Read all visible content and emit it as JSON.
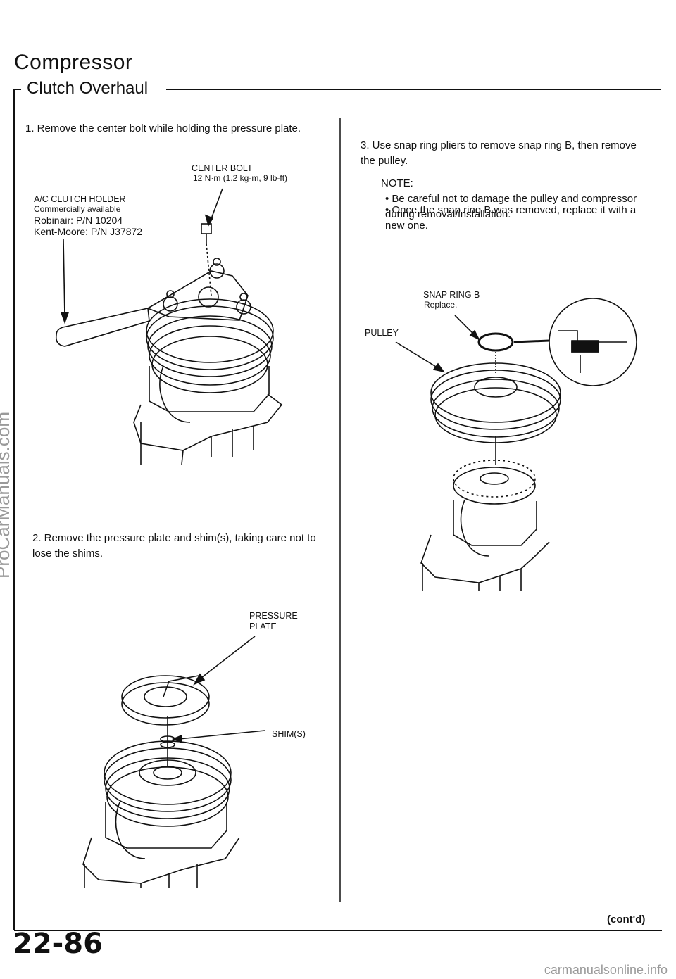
{
  "header": {
    "title": "Compressor",
    "subtitle": "Clutch Overhaul"
  },
  "steps": {
    "step1": "1.   Remove the center bolt while holding the pressure plate.",
    "step2": "2.   Remove the pressure plate and shim(s), taking care not to lose the shims.",
    "step3": "3.   Use snap ring pliers to remove snap ring B, then remove the pulley."
  },
  "note": {
    "heading": "NOTE:",
    "bullet1": "•  Be careful not to damage the pulley and compressor during removal/installation.",
    "bullet2": "•  Once the snap ring B was removed, replace it with a new one."
  },
  "labels": {
    "center_bolt": "CENTER BOLT",
    "center_bolt_torque": "12 N·m (1.2 kg-m, 9 lb-ft)",
    "holder": "A/C CLUTCH HOLDER",
    "holder_note": "Commercially available",
    "robinair": "Robinair: P/N 10204",
    "kent_moore": "Kent-Moore: P/N J37872",
    "pressure_plate_1": "PRESSURE",
    "pressure_plate_2": "PLATE",
    "shims": "SHIM(S)",
    "snap_ring": "SNAP RING B",
    "snap_ring_note": "Replace.",
    "pulley": "PULLEY"
  },
  "footer": {
    "contd": "(cont'd)",
    "page_number": "22-86",
    "watermark_side": "ProCarManuals.com",
    "watermark_bottom": "carmanualsonline.info"
  }
}
